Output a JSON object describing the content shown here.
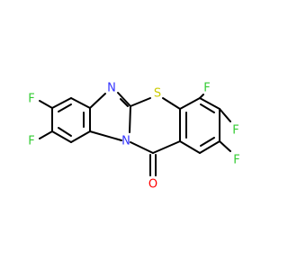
{
  "molecule": {
    "atoms": [
      {
        "label": "F",
        "color": "#33CC33"
      },
      {
        "label": "F",
        "color": "#33CC33"
      },
      {
        "label": "N",
        "color": "#3333FF"
      },
      {
        "label": "N",
        "color": "#3333FF"
      },
      {
        "label": "S",
        "color": "#CCCC00"
      },
      {
        "label": "O",
        "color": "#FF0000"
      },
      {
        "label": "F",
        "color": "#33CC33"
      },
      {
        "label": "F",
        "color": "#33CC33"
      },
      {
        "label": "F",
        "color": "#33CC33"
      }
    ],
    "bond_color": "#000000"
  }
}
